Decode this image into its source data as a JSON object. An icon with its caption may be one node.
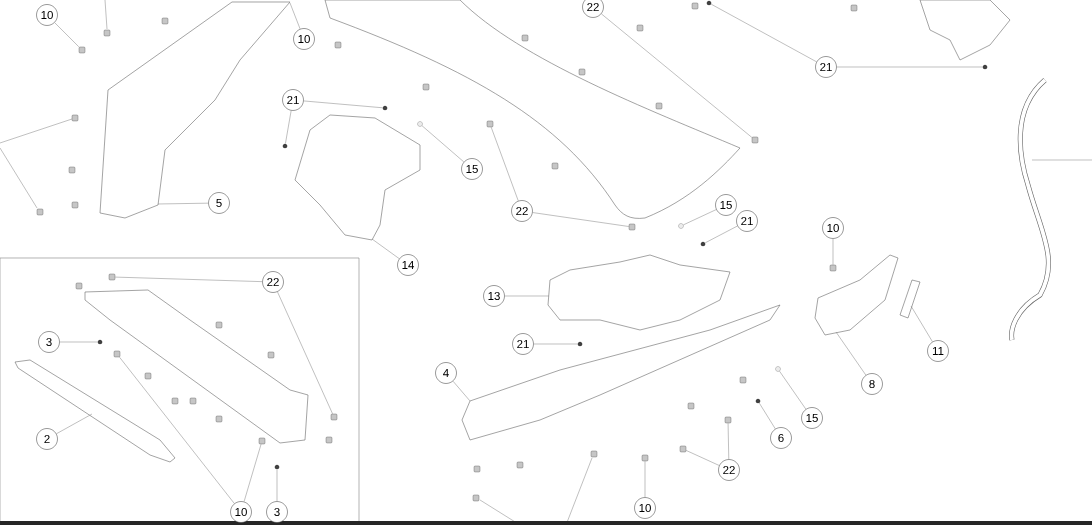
{
  "diagram": {
    "nodes": [
      {
        "text": [
          "10"
        ]
      },
      {
        "text": [
          "10"
        ]
      },
      {
        "text": [
          "22"
        ]
      },
      {
        "text": [
          "21"
        ]
      },
      {
        "text": [
          "21"
        ]
      },
      {
        "text": [
          "15"
        ]
      },
      {
        "text": [
          "22"
        ]
      },
      {
        "text": [
          "5"
        ]
      },
      {
        "text": [
          "14"
        ]
      },
      {
        "text": [
          "15"
        ]
      },
      {
        "text": [
          "21"
        ]
      },
      {
        "text": [
          "10"
        ]
      },
      {
        "text": [
          "13"
        ]
      },
      {
        "text": [
          "21"
        ]
      },
      {
        "text": [
          "4"
        ]
      },
      {
        "text": [
          "8"
        ]
      },
      {
        "text": [
          "11"
        ]
      },
      {
        "text": [
          "15"
        ]
      },
      {
        "text": [
          "6"
        ]
      },
      {
        "text": [
          "22"
        ]
      },
      {
        "text": [
          "10"
        ]
      },
      {
        "text": [
          "22"
        ]
      },
      {
        "text": [
          "3"
        ]
      },
      {
        "text": [
          "2"
        ]
      },
      {
        "text": [
          "10"
        ]
      },
      {
        "text": [
          "3"
        ]
      },
      {
        "text": [],
        "shape": "box"
      },
      {
        "text": [],
        "shape": "picture"
      },
      {
        "text": [],
        "shape": "box"
      },
      {
        "text": [],
        "shape": "circle"
      },
      {
        "text": [],
        "shape": "circle"
      },
      {
        "text": [],
        "shape": "circle"
      },
      {
        "text": [],
        "shape": "circle"
      },
      {
        "text": [],
        "shape": "circle"
      },
      {
        "text": [],
        "shape": "box"
      },
      {
        "text": [],
        "shape": "box"
      },
      {
        "text": [],
        "shape": "picture"
      },
      {
        "text": [],
        "shape": "circle"
      },
      {
        "text": [],
        "shape": "circle"
      },
      {
        "text": [],
        "shape": "box"
      },
      {
        "text": [],
        "shape": "picture"
      },
      {
        "text": [],
        "shape": "circle"
      },
      {
        "text": [],
        "shape": "picture"
      },
      {
        "text": [],
        "shape": "picture"
      },
      {
        "text": [],
        "shape": "picture"
      },
      {
        "text": [],
        "shape": "circle"
      },
      {
        "text": [],
        "shape": "circle"
      },
      {
        "text": [],
        "shape": "box"
      },
      {
        "text": [],
        "shape": "box"
      },
      {
        "text": [],
        "shape": "box"
      },
      {
        "text": [],
        "shape": "box"
      },
      {
        "text": [],
        "shape": "box"
      },
      {
        "text": [],
        "shape": "circle"
      },
      {
        "text": [],
        "shape": "picture"
      },
      {
        "text": [],
        "shape": "box"
      },
      {
        "text": [],
        "shape": "box"
      },
      {
        "text": [],
        "shape": "circle"
      }
    ],
    "edges": [
      {
        "from": 0,
        "to": 26,
        "arrow": "none"
      },
      {
        "from": 1,
        "to": 27,
        "arrow": "none"
      },
      {
        "from": 2,
        "to": 28,
        "arrow": "none"
      },
      {
        "from": 3,
        "to": 29,
        "arrow": "none"
      },
      {
        "from": 3,
        "to": 30,
        "arrow": "none"
      },
      {
        "from": 4,
        "to": 31,
        "arrow": "none"
      },
      {
        "from": 4,
        "to": 32,
        "arrow": "none"
      },
      {
        "from": 5,
        "to": 33,
        "arrow": "none"
      },
      {
        "from": 6,
        "to": 34,
        "arrow": "none"
      },
      {
        "from": 6,
        "to": 35,
        "arrow": "none"
      },
      {
        "from": 7,
        "to": 27,
        "arrow": "none"
      },
      {
        "from": 8,
        "to": 36,
        "arrow": "none"
      },
      {
        "from": 9,
        "to": 37,
        "arrow": "none"
      },
      {
        "from": 10,
        "to": 38,
        "arrow": "none"
      },
      {
        "from": 11,
        "to": 39,
        "arrow": "none"
      },
      {
        "from": 12,
        "to": 40,
        "arrow": "none"
      },
      {
        "from": 13,
        "to": 41,
        "arrow": "none"
      },
      {
        "from": 14,
        "to": 42,
        "arrow": "none"
      },
      {
        "from": 15,
        "to": 43,
        "arrow": "none"
      },
      {
        "from": 16,
        "to": 44,
        "arrow": "none"
      },
      {
        "from": 17,
        "to": 45,
        "arrow": "none"
      },
      {
        "from": 18,
        "to": 46,
        "arrow": "none"
      },
      {
        "from": 19,
        "to": 47,
        "arrow": "none"
      },
      {
        "from": 19,
        "to": 48,
        "arrow": "none"
      },
      {
        "from": 20,
        "to": 49,
        "arrow": "none"
      },
      {
        "from": 21,
        "to": 50,
        "arrow": "none"
      },
      {
        "from": 21,
        "to": 51,
        "arrow": "none"
      },
      {
        "from": 22,
        "to": 52,
        "arrow": "none"
      },
      {
        "from": 23,
        "to": 53,
        "arrow": "none"
      },
      {
        "from": 24,
        "to": 54,
        "arrow": "none"
      },
      {
        "from": 24,
        "to": 55,
        "arrow": "none"
      },
      {
        "from": 25,
        "to": 56,
        "arrow": "none"
      }
    ]
  }
}
